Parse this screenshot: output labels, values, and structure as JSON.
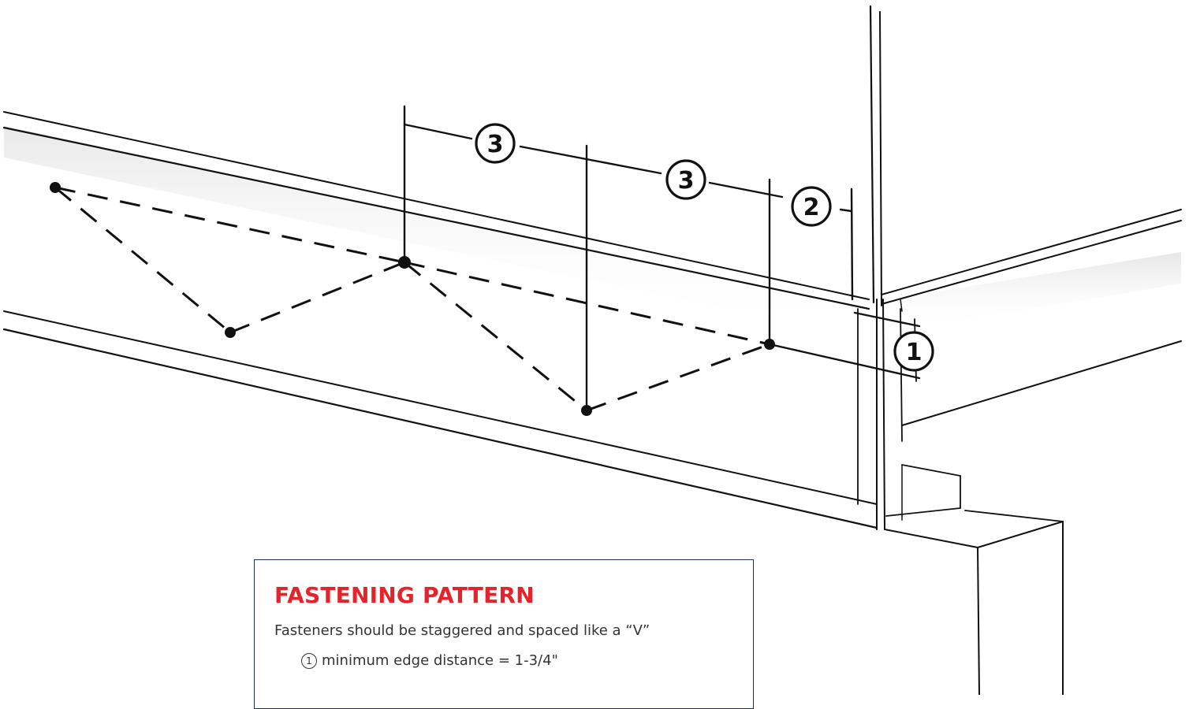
{
  "colors": {
    "title": "#e4232b",
    "text": "#333333",
    "line": "#111111",
    "box_border": "#1f2f5a"
  },
  "markers": {
    "m3a": "3",
    "m3b": "3",
    "m2": "2",
    "m1": "1"
  },
  "info": {
    "title": "FASTENING PATTERN",
    "description": "Fasteners should be staggered and spaced like a “V”",
    "specs": [
      {
        "number": "1",
        "text": "minimum edge distance = 1-3/4\""
      }
    ]
  }
}
